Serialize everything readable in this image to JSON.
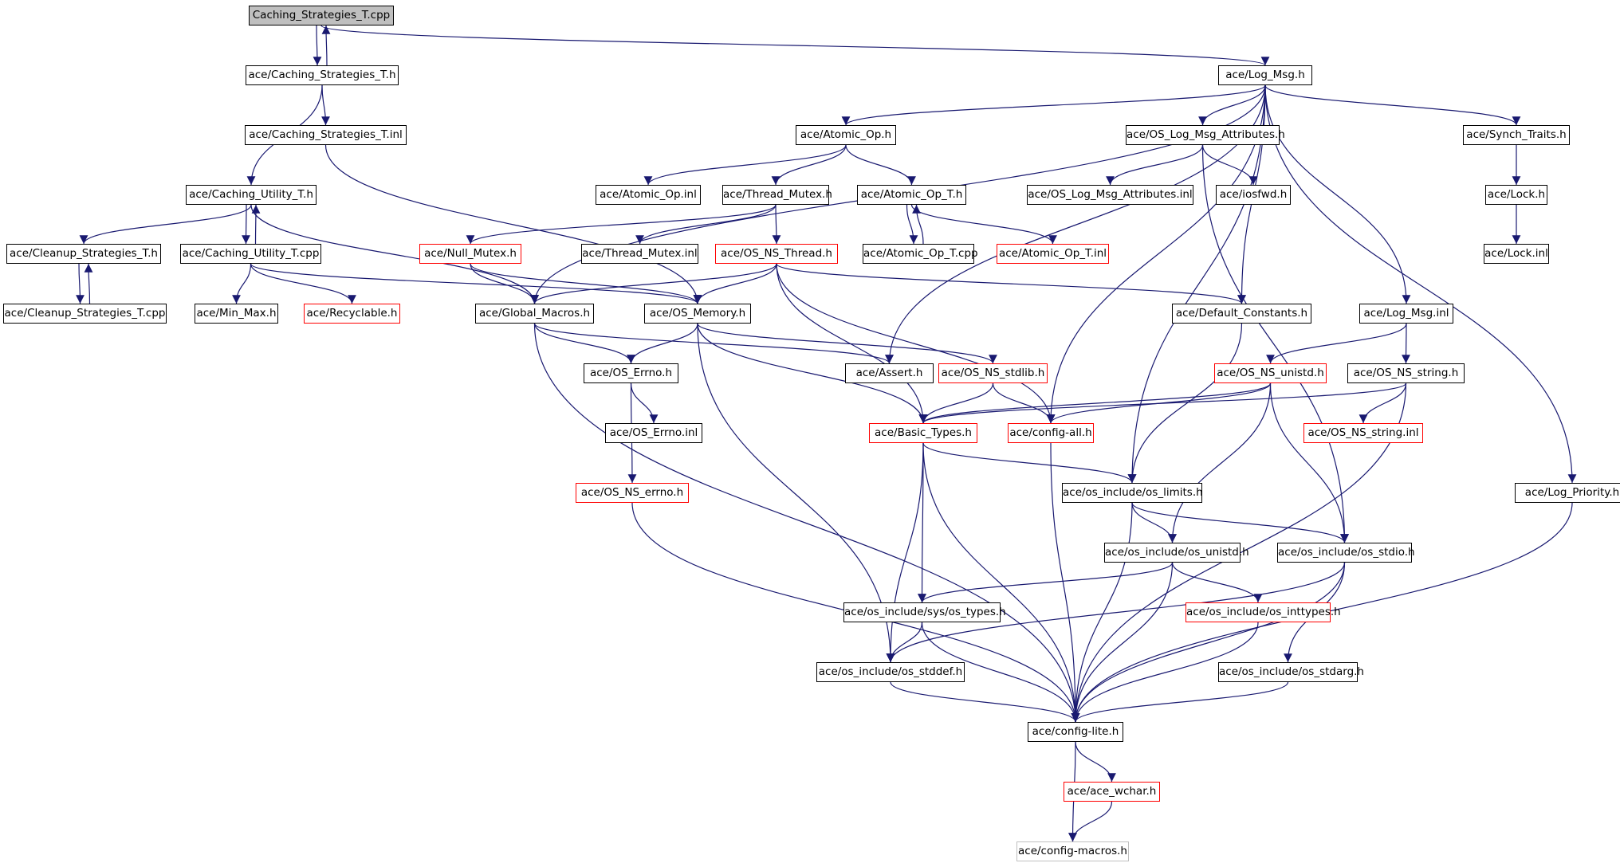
{
  "graph": {
    "edge_color": "#191970",
    "nodes": [
      {
        "id": "n0",
        "label": "Caching_Strategies_T.cpp",
        "style": "root"
      },
      {
        "id": "n1",
        "label": "ace/Caching_Strategies_T.h",
        "style": "normal"
      },
      {
        "id": "n2",
        "label": "ace/Caching_Strategies_T.inl",
        "style": "normal"
      },
      {
        "id": "n3",
        "label": "ace/Caching_Utility_T.h",
        "style": "normal"
      },
      {
        "id": "n4",
        "label": "ace/Cleanup_Strategies_T.h",
        "style": "normal"
      },
      {
        "id": "n5",
        "label": "ace/Cleanup_Strategies_T.cpp",
        "style": "normal"
      },
      {
        "id": "n6",
        "label": "ace/Caching_Utility_T.cpp",
        "style": "normal"
      },
      {
        "id": "n7",
        "label": "ace/Min_Max.h",
        "style": "normal"
      },
      {
        "id": "n8",
        "label": "ace/Recyclable.h",
        "style": "red"
      },
      {
        "id": "n9",
        "label": "ace/Global_Macros.h",
        "style": "normal"
      },
      {
        "id": "n10",
        "label": "ace/OS_Memory.h",
        "style": "normal"
      },
      {
        "id": "n11",
        "label": "ace/Log_Msg.h",
        "style": "normal"
      },
      {
        "id": "n12",
        "label": "ace/Atomic_Op.h",
        "style": "normal"
      },
      {
        "id": "n13",
        "label": "ace/Atomic_Op.inl",
        "style": "normal"
      },
      {
        "id": "n14",
        "label": "ace/Thread_Mutex.h",
        "style": "normal"
      },
      {
        "id": "n15",
        "label": "ace/Atomic_Op_T.h",
        "style": "normal"
      },
      {
        "id": "n16",
        "label": "ace/Null_Mutex.h",
        "style": "red"
      },
      {
        "id": "n17",
        "label": "ace/Thread_Mutex.inl",
        "style": "normal"
      },
      {
        "id": "n18",
        "label": "ace/OS_NS_Thread.h",
        "style": "red"
      },
      {
        "id": "n19",
        "label": "ace/Atomic_Op_T.cpp",
        "style": "normal"
      },
      {
        "id": "n20",
        "label": "ace/Atomic_Op_T.inl",
        "style": "red"
      },
      {
        "id": "n21",
        "label": "ace/OS_Log_Msg_Attributes.h",
        "style": "normal"
      },
      {
        "id": "n22",
        "label": "ace/OS_Log_Msg_Attributes.inl",
        "style": "normal"
      },
      {
        "id": "n23",
        "label": "ace/iosfwd.h",
        "style": "normal"
      },
      {
        "id": "n24",
        "label": "ace/Synch_Traits.h",
        "style": "normal"
      },
      {
        "id": "n25",
        "label": "ace/Lock.h",
        "style": "normal"
      },
      {
        "id": "n26",
        "label": "ace/Lock.inl",
        "style": "normal"
      },
      {
        "id": "n27",
        "label": "ace/Default_Constants.h",
        "style": "normal"
      },
      {
        "id": "n28",
        "label": "ace/Log_Msg.inl",
        "style": "normal"
      },
      {
        "id": "n29",
        "label": "ace/OS_Errno.h",
        "style": "normal"
      },
      {
        "id": "n30",
        "label": "ace/Assert.h",
        "style": "normal"
      },
      {
        "id": "n31",
        "label": "ace/OS_NS_stdlib.h",
        "style": "red"
      },
      {
        "id": "n32",
        "label": "ace/OS_NS_unistd.h",
        "style": "red"
      },
      {
        "id": "n33",
        "label": "ace/OS_NS_string.h",
        "style": "normal"
      },
      {
        "id": "n34",
        "label": "ace/OS_Errno.inl",
        "style": "normal"
      },
      {
        "id": "n35",
        "label": "ace/Basic_Types.h",
        "style": "red"
      },
      {
        "id": "n36",
        "label": "ace/config-all.h",
        "style": "red"
      },
      {
        "id": "n37",
        "label": "ace/OS_NS_string.inl",
        "style": "red"
      },
      {
        "id": "n38",
        "label": "ace/OS_NS_errno.h",
        "style": "red"
      },
      {
        "id": "n39",
        "label": "ace/os_include/os_limits.h",
        "style": "normal"
      },
      {
        "id": "n40",
        "label": "ace/Log_Priority.h",
        "style": "normal"
      },
      {
        "id": "n41",
        "label": "ace/os_include/os_unistd.h",
        "style": "normal"
      },
      {
        "id": "n42",
        "label": "ace/os_include/os_stdio.h",
        "style": "normal"
      },
      {
        "id": "n43",
        "label": "ace/os_include/sys/os_types.h",
        "style": "normal"
      },
      {
        "id": "n44",
        "label": "ace/os_include/os_inttypes.h",
        "style": "red"
      },
      {
        "id": "n45",
        "label": "ace/os_include/os_stddef.h",
        "style": "normal"
      },
      {
        "id": "n46",
        "label": "ace/os_include/os_stdarg.h",
        "style": "normal"
      },
      {
        "id": "n47",
        "label": "ace/config-lite.h",
        "style": "normal"
      },
      {
        "id": "n48",
        "label": "ace/ace_wchar.h",
        "style": "red"
      },
      {
        "id": "n49",
        "label": "ace/config-macros.h",
        "style": "gray"
      }
    ],
    "edges": [
      [
        "n0",
        "n1"
      ],
      [
        "n1",
        "n0"
      ],
      [
        "n0",
        "n11"
      ],
      [
        "n1",
        "n2"
      ],
      [
        "n1",
        "n3"
      ],
      [
        "n2",
        "n10"
      ],
      [
        "n3",
        "n4"
      ],
      [
        "n4",
        "n5"
      ],
      [
        "n5",
        "n4"
      ],
      [
        "n3",
        "n6"
      ],
      [
        "n6",
        "n3"
      ],
      [
        "n3",
        "n9"
      ],
      [
        "n6",
        "n7"
      ],
      [
        "n6",
        "n8"
      ],
      [
        "n6",
        "n10"
      ],
      [
        "n11",
        "n9"
      ],
      [
        "n11",
        "n12"
      ],
      [
        "n11",
        "n21"
      ],
      [
        "n11",
        "n24"
      ],
      [
        "n11",
        "n27"
      ],
      [
        "n11",
        "n28"
      ],
      [
        "n11",
        "n40"
      ],
      [
        "n11",
        "n30"
      ],
      [
        "n11",
        "n39"
      ],
      [
        "n11",
        "n36"
      ],
      [
        "n12",
        "n13"
      ],
      [
        "n12",
        "n14"
      ],
      [
        "n12",
        "n15"
      ],
      [
        "n14",
        "n16"
      ],
      [
        "n14",
        "n17"
      ],
      [
        "n14",
        "n18"
      ],
      [
        "n15",
        "n19"
      ],
      [
        "n19",
        "n15"
      ],
      [
        "n15",
        "n20"
      ],
      [
        "n16",
        "n9"
      ],
      [
        "n16",
        "n10"
      ],
      [
        "n18",
        "n9"
      ],
      [
        "n18",
        "n10"
      ],
      [
        "n18",
        "n27"
      ],
      [
        "n18",
        "n35"
      ],
      [
        "n18",
        "n36"
      ],
      [
        "n21",
        "n22"
      ],
      [
        "n21",
        "n23"
      ],
      [
        "n21",
        "n42"
      ],
      [
        "n24",
        "n25"
      ],
      [
        "n25",
        "n26"
      ],
      [
        "n27",
        "n39"
      ],
      [
        "n28",
        "n32"
      ],
      [
        "n28",
        "n33"
      ],
      [
        "n9",
        "n29"
      ],
      [
        "n9",
        "n30"
      ],
      [
        "n9",
        "n47"
      ],
      [
        "n10",
        "n29"
      ],
      [
        "n10",
        "n31"
      ],
      [
        "n10",
        "n35"
      ],
      [
        "n10",
        "n45"
      ],
      [
        "n29",
        "n34"
      ],
      [
        "n29",
        "n38"
      ],
      [
        "n31",
        "n35"
      ],
      [
        "n31",
        "n36"
      ],
      [
        "n32",
        "n35"
      ],
      [
        "n32",
        "n36"
      ],
      [
        "n32",
        "n41"
      ],
      [
        "n32",
        "n42"
      ],
      [
        "n33",
        "n35"
      ],
      [
        "n33",
        "n37"
      ],
      [
        "n33",
        "n47"
      ],
      [
        "n35",
        "n39"
      ],
      [
        "n35",
        "n43"
      ],
      [
        "n35",
        "n45"
      ],
      [
        "n35",
        "n47"
      ],
      [
        "n36",
        "n47"
      ],
      [
        "n38",
        "n47"
      ],
      [
        "n39",
        "n41"
      ],
      [
        "n39",
        "n42"
      ],
      [
        "n39",
        "n47"
      ],
      [
        "n40",
        "n47"
      ],
      [
        "n41",
        "n43"
      ],
      [
        "n41",
        "n44"
      ],
      [
        "n41",
        "n47"
      ],
      [
        "n42",
        "n45"
      ],
      [
        "n42",
        "n46"
      ],
      [
        "n42",
        "n47"
      ],
      [
        "n43",
        "n45"
      ],
      [
        "n43",
        "n47"
      ],
      [
        "n44",
        "n47"
      ],
      [
        "n45",
        "n47"
      ],
      [
        "n46",
        "n47"
      ],
      [
        "n47",
        "n48"
      ],
      [
        "n47",
        "n49"
      ],
      [
        "n48",
        "n49"
      ]
    ]
  }
}
